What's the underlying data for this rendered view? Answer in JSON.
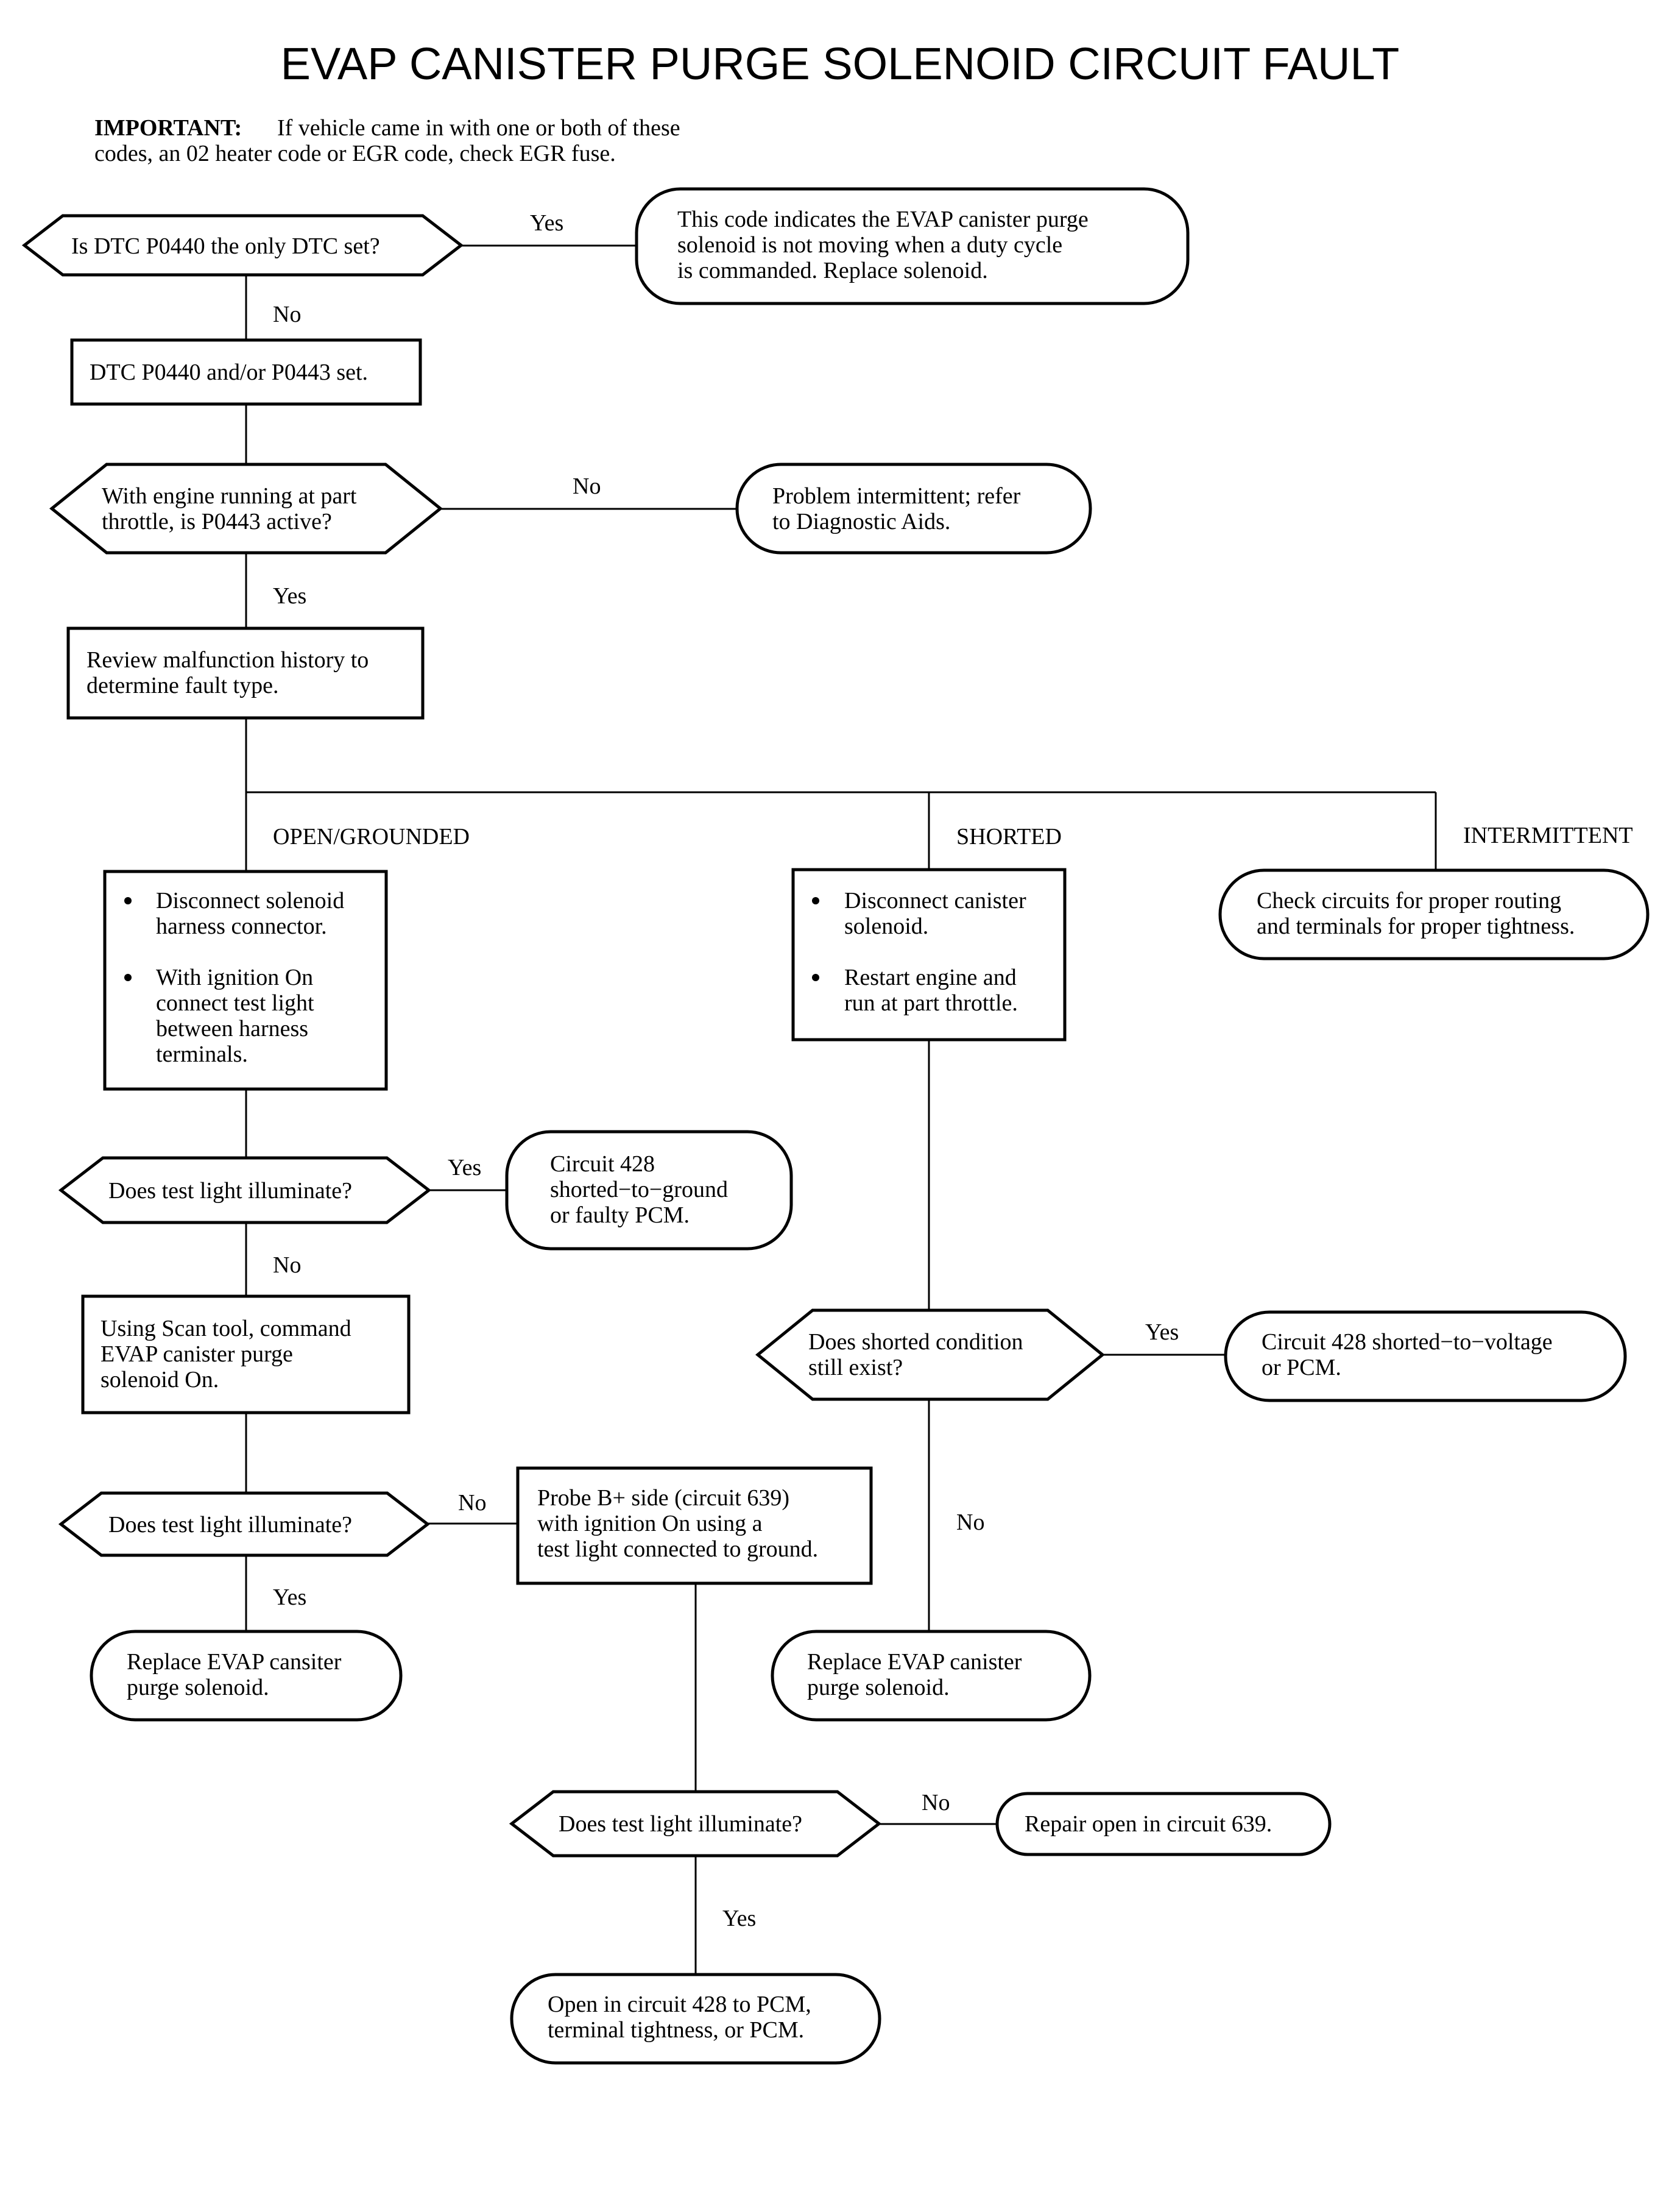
{
  "title": "EVAP CANISTER PURGE SOLENOID CIRCUIT FAULT",
  "important": {
    "label": "IMPORTANT:",
    "lines": [
      "If vehicle came in with one or both of these",
      "codes, an 02 heater code or EGR code, check EGR fuse."
    ]
  },
  "nodes": {
    "q_only_dtc": {
      "lines": [
        "Is DTC P0440 the only DTC set?"
      ]
    },
    "t_code_indicates": {
      "lines": [
        "This code indicates the EVAP canister purge",
        "solenoid is not moving when a duty cycle",
        "is commanded. Replace solenoid."
      ]
    },
    "b_dtc_set": {
      "lines": [
        "DTC P0440 and/or P0443 set."
      ]
    },
    "q_p0443_active": {
      "lines": [
        "With engine running at part",
        "throttle, is P0443 active?"
      ]
    },
    "t_intermittent": {
      "lines": [
        "Problem intermittent; refer",
        "to Diagnostic Aids."
      ]
    },
    "b_review": {
      "lines": [
        "Review malfunction history to",
        "determine fault type."
      ]
    },
    "b_disconnect_harness": {
      "bullets": [
        [
          "Disconnect solenoid",
          "harness connector."
        ],
        [
          "With ignition On",
          "connect test light",
          "between harness",
          "terminals."
        ]
      ]
    },
    "b_disconnect_canister": {
      "bullets": [
        [
          "Disconnect canister",
          "solenoid."
        ],
        [
          "Restart engine and",
          "run at part throttle."
        ]
      ]
    },
    "t_check_circuits": {
      "lines": [
        "Check circuits for proper routing",
        "and terminals for proper tightness."
      ]
    },
    "q_light_1": {
      "lines": [
        "Does test light illuminate?"
      ]
    },
    "t_circuit_ground": {
      "lines": [
        "Circuit 428",
        "shorted−to−ground",
        "or faulty PCM."
      ]
    },
    "b_scan_tool": {
      "lines": [
        "Using Scan tool, command",
        "EVAP canister purge",
        "solenoid On."
      ]
    },
    "q_shorted_exist": {
      "lines": [
        "Does shorted condition",
        "still exist?"
      ]
    },
    "t_circuit_voltage": {
      "lines": [
        "Circuit 428 shorted−to−voltage",
        "or PCM."
      ]
    },
    "q_light_2": {
      "lines": [
        "Does test light illuminate?"
      ]
    },
    "b_probe": {
      "lines": [
        "Probe B+ side (circuit 639)",
        "with ignition On using a",
        "test light connected to ground."
      ]
    },
    "t_replace_1": {
      "lines": [
        "Replace EVAP cansiter",
        "purge solenoid."
      ]
    },
    "t_replace_2": {
      "lines": [
        "Replace EVAP canister",
        "purge solenoid."
      ]
    },
    "q_light_3": {
      "lines": [
        "Does test light illuminate?"
      ]
    },
    "t_repair_open": {
      "lines": [
        "Repair open in circuit 639."
      ]
    },
    "t_open_circuit": {
      "lines": [
        "Open in circuit 428 to PCM,",
        "terminal tightness, or PCM."
      ]
    }
  },
  "edge_labels": {
    "e1_yes": "Yes",
    "e1_no": "No",
    "e2_no": "No",
    "e2_yes": "Yes",
    "branch_open": "OPEN/GROUNDED",
    "branch_shorted": "SHORTED",
    "branch_intermittent": "INTERMITTENT",
    "e3_yes": "Yes",
    "e3_no": "No",
    "e4_yes": "Yes",
    "e4_no": "No",
    "e5_no": "No",
    "e5_yes": "Yes",
    "e6_no": "No",
    "e6_yes": "Yes"
  }
}
